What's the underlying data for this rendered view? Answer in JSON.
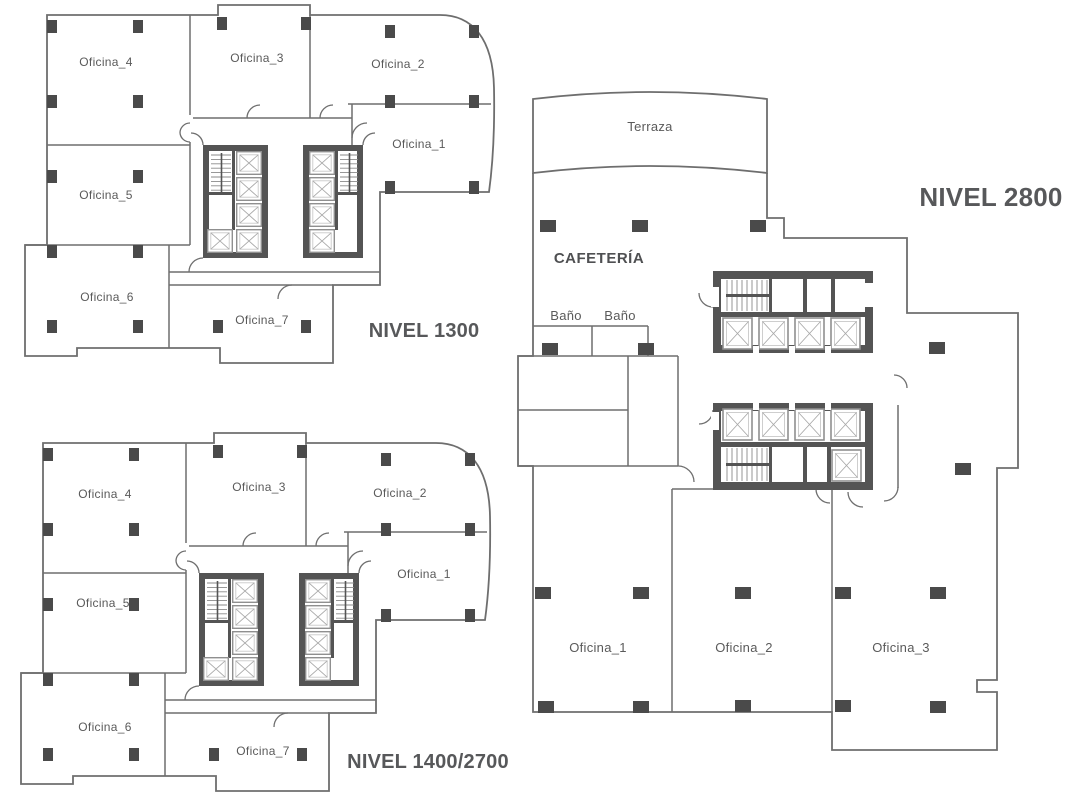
{
  "plans": [
    {
      "id": "nivel-1300",
      "level_label": "NIVEL 1300",
      "rooms": {
        "oficina_1": "Oficina_1",
        "oficina_2": "Oficina_2",
        "oficina_3": "Oficina_3",
        "oficina_4": "Oficina_4",
        "oficina_5": "Oficina_5",
        "oficina_6": "Oficina_6",
        "oficina_7": "Oficina_7"
      }
    },
    {
      "id": "nivel-1400-2700",
      "level_label": "NIVEL 1400/2700",
      "rooms": {
        "oficina_1": "Oficina_1",
        "oficina_2": "Oficina_2",
        "oficina_3": "Oficina_3",
        "oficina_4": "Oficina_4",
        "oficina_5": "Oficina_5",
        "oficina_6": "Oficina_6",
        "oficina_7": "Oficina_7"
      }
    },
    {
      "id": "nivel-2800",
      "level_label": "NIVEL 2800",
      "rooms": {
        "terraza": "Terraza",
        "cafeteria": "CAFETERÍA",
        "bano_left": "Baño",
        "bano_right": "Baño",
        "oficina_1": "Oficina_1",
        "oficina_2": "Oficina_2",
        "oficina_3": "Oficina_3"
      }
    }
  ],
  "colors": {
    "background": "#ffffff",
    "wall": "#6e6e6e",
    "core_wall": "#545454",
    "column": "#4a4a4a",
    "elevator_stroke": "#8f8f8f",
    "room_label": "#5a5a5a",
    "level_label": "#57585a"
  }
}
